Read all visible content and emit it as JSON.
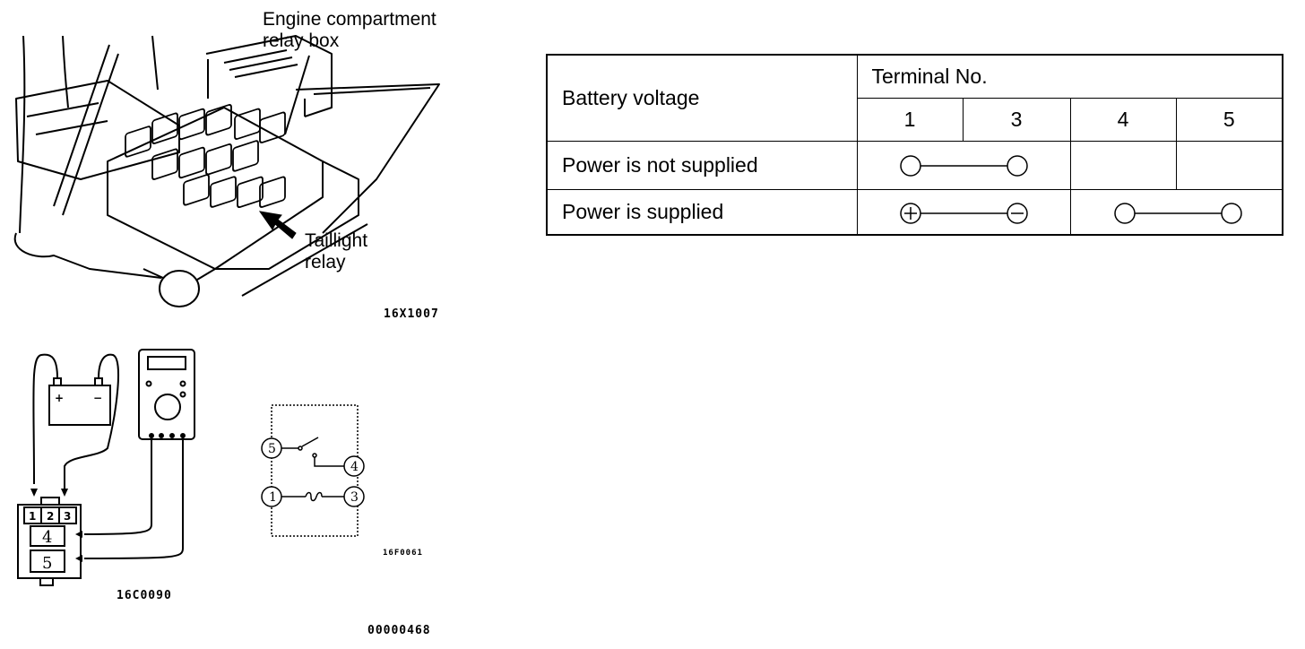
{
  "relay_box_figure": {
    "label_relay_box_line1": "Engine compartment",
    "label_relay_box_line2": "relay box",
    "label_taillight_line1": "Taillight",
    "label_taillight_line2": "relay",
    "figure_code": "16X1007"
  },
  "test_circuit_figure": {
    "battery_plus": "+",
    "battery_minus": "−",
    "relay_terminals": [
      "1",
      "2",
      "3",
      "4",
      "5"
    ],
    "figure_code": "16C0090"
  },
  "relay_schematic": {
    "terminals": [
      "5",
      "4",
      "1",
      "3"
    ],
    "figure_code": "16F0061"
  },
  "terminal_table": {
    "row_header_label": "Battery voltage",
    "group_header_label": "Terminal No.",
    "terminal_numbers": [
      "1",
      "3",
      "4",
      "5"
    ],
    "rows": [
      {
        "condition": "Power is not supplied",
        "continuity": "1-3"
      },
      {
        "condition": "Power is supplied",
        "battery_plus": "1",
        "battery_minus": "3",
        "continuity": "4-5"
      }
    ]
  },
  "page_code": "00000468"
}
